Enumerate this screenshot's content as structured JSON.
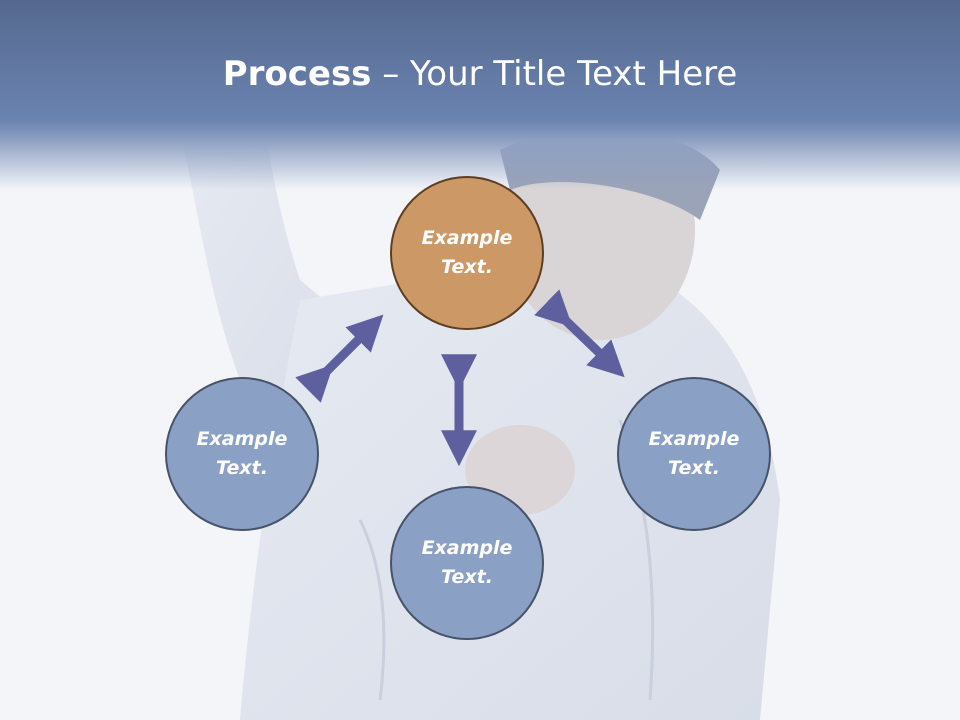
{
  "slide": {
    "title_bold": "Process",
    "title_rest": " – Your Title Text Here"
  },
  "nodes": [
    {
      "id": "top",
      "line1": "Example",
      "line2": "Text.",
      "color": "#cc9966"
    },
    {
      "id": "left",
      "line1": "Example",
      "line2": "Text.",
      "color": "#8aa0c5"
    },
    {
      "id": "bottom",
      "line1": "Example",
      "line2": "Text.",
      "color": "#8aa0c5"
    },
    {
      "id": "right",
      "line1": "Example",
      "line2": "Text.",
      "color": "#8aa0c5"
    }
  ],
  "colors": {
    "header": "#6a83b0",
    "arrow": "#5e5f9e",
    "accent_node": "#cc9966",
    "node": "#8aa0c5"
  }
}
